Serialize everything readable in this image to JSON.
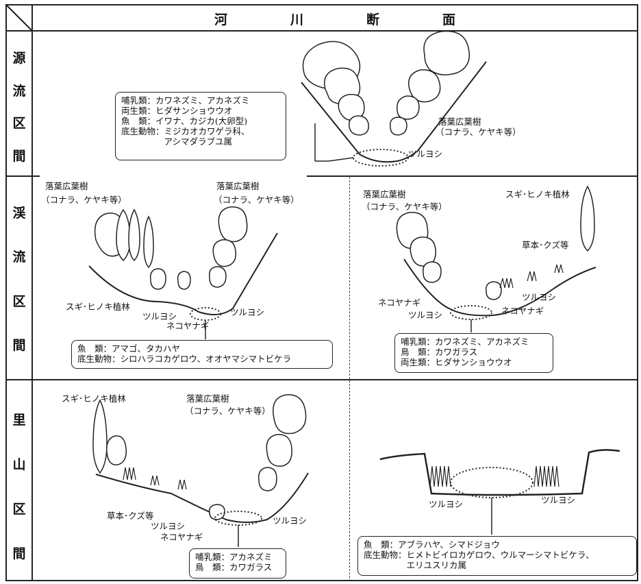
{
  "header": {
    "title_chars": [
      "河",
      "川",
      "断",
      "面"
    ]
  },
  "sections": [
    {
      "id": "genryu",
      "label_chars": [
        "源",
        "流",
        "区",
        "間"
      ]
    },
    {
      "id": "keiryu",
      "label_chars": [
        "渓",
        "流",
        "区",
        "間"
      ]
    },
    {
      "id": "satoyama",
      "label_chars": [
        "里",
        "山",
        "区",
        "間"
      ]
    }
  ],
  "genryu": {
    "box_rows": [
      "哺乳類：カワネズミ、アカネズミ",
      "両生類：ヒダサンショウウオ",
      "魚　類：イワナ、カジカ(大卵型)",
      "底生動物：ミジカオカワゲラ科、",
      "　　　　　アシマダラブユ属"
    ],
    "tree_label": "落葉広葉樹",
    "tree_sub": "（コナラ、ケヤキ等）",
    "reed": "ツルヨシ"
  },
  "keiryu_left": {
    "tree_left": "落葉広葉樹",
    "tree_left_sub": "（コナラ、ケヤキ等）",
    "tree_right": "落葉広葉樹",
    "tree_right_sub": "（コナラ、ケヤキ等）",
    "plantation": "スギ･ヒノキ植林",
    "reed_left": "ツルヨシ",
    "reed_right": "ツルヨシ",
    "willow": "ネコヤナギ",
    "box_rows": [
      "魚　類：アマゴ、タカハヤ",
      "底生動物：シロハラコカゲロウ、オオヤマシマトビケラ"
    ]
  },
  "keiryu_right": {
    "tree": "落葉広葉樹",
    "tree_sub": "（コナラ、ケヤキ等）",
    "plantation": "スギ･ヒノキ植林",
    "grass": "草本･クズ等",
    "willow_left": "ネコヤナギ",
    "reed_left": "ツルヨシ",
    "reed_right": "ツルヨシ",
    "willow_right": "ネコヤナギ",
    "box_rows": [
      "哺乳類：カワネズミ、アカネズミ",
      "鳥　類：カワガラス",
      "両生類：ヒダサンショウウオ"
    ]
  },
  "satoyama_left": {
    "plantation": "スギ･ヒノキ植林",
    "tree": "落葉広葉樹",
    "tree_sub": "（コナラ、ケヤキ等）",
    "grass": "草本･クズ等",
    "reed_left": "ツルヨシ",
    "reed_right": "ツルヨシ",
    "willow": "ネコヤナギ",
    "box_rows": [
      "哺乳類：アカネズミ",
      "鳥　類：カワガラス"
    ]
  },
  "satoyama_right": {
    "reed_left": "ツルヨシ",
    "reed_right": "ツルヨシ",
    "box_rows": [
      "魚　類：アブラハヤ、シマドジョウ",
      "底生動物：ヒメトビイロカゲロウ、ウルマーシマトビケラ、",
      "　　　　　エリユスリカ属"
    ]
  }
}
